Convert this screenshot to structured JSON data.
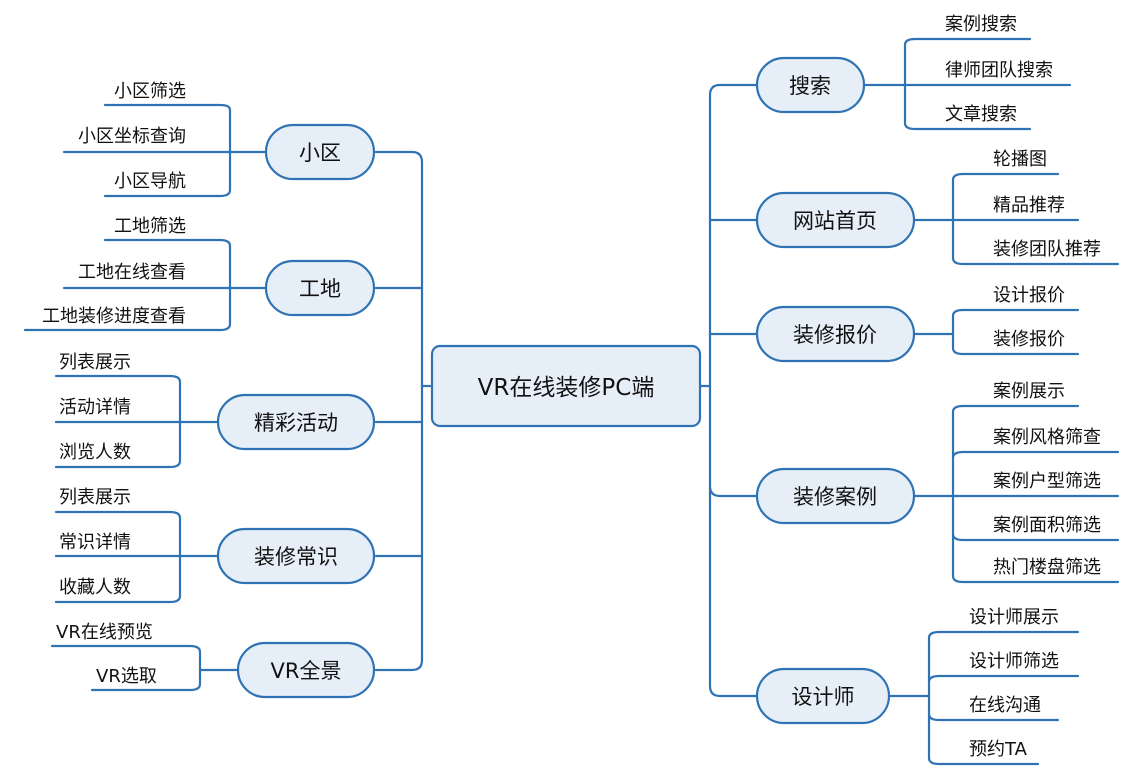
{
  "center": {
    "label": "VR在线装修PC端"
  },
  "branches": [
    {
      "label": "小区",
      "children": [
        "小区筛选",
        "小区坐标查询",
        "小区导航"
      ]
    },
    {
      "label": "工地",
      "children": [
        "工地筛选",
        "工地在线查看",
        "工地装修进度查看"
      ]
    },
    {
      "label": "精彩活动",
      "children": [
        "列表展示",
        "活动详情",
        "浏览人数"
      ]
    },
    {
      "label": "装修常识",
      "children": [
        "列表展示",
        "常识详情",
        "收藏人数"
      ]
    },
    {
      "label": "VR全景",
      "children": [
        "VR在线预览",
        "VR选取"
      ]
    },
    {
      "label": "搜索",
      "children": [
        "案例搜索",
        "律师团队搜索",
        "文章搜索"
      ]
    },
    {
      "label": "网站首页",
      "children": [
        "轮播图",
        "精品推荐",
        "装修团队推荐"
      ]
    },
    {
      "label": "装修报价",
      "children": [
        "设计报价",
        "装修报价"
      ]
    },
    {
      "label": "装修案例",
      "children": [
        "案例展示",
        "案例风格筛查",
        "案例户型筛选",
        "案例面积筛选",
        "热门楼盘筛选"
      ]
    },
    {
      "label": "设计师",
      "children": [
        "设计师展示",
        "设计师筛选",
        "在线沟通",
        "预约TA"
      ]
    }
  ]
}
